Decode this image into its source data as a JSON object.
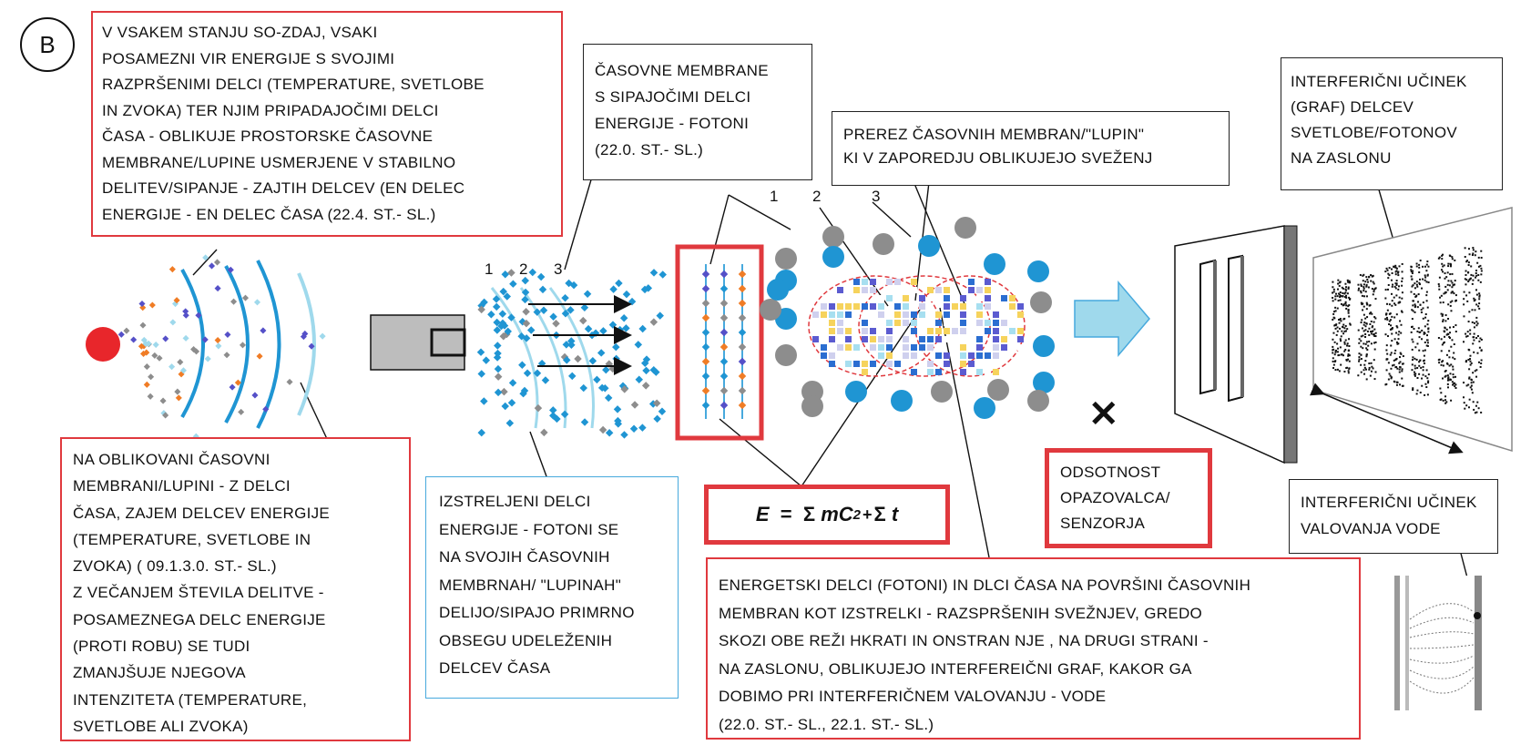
{
  "panel_label": "B",
  "boxes": {
    "top_left": "V VSAKEM STANJU SO-ZDAJ, VSAKI\nPOSAMEZNI VIR ENERGIJE S SVOJIMI\nRAZPRŠENIMI DELCI (TEMPERATURE, SVETLOBE\nIN ZVOKA) TER NJIM PRIPADAJOČIMI DELCI\nČASA - OBLIKUJE PROSTORSKE ČASOVNE\nMEMBRANE/LUPINE USMERJENE V STABILNO\nDELITEV/SIPANJE - ZAJTIH DELCEV (EN DELEC\nENERGIJE - EN DELEC ČASA (22.4. ST.- SL.)",
    "time_membranes": "ČASOVNE MEMBRANE\nS SIPAJOČIMI DELCI\nENERGIJE - FOTONI\n(22.0. ST.- SL.)",
    "cross_section": "PREREZ ČASOVNIH MEMBRAN/\"LUPIN\"\nKI V ZAPOREDJU OBLIKUJEJO SVEŽENJ",
    "interference_light": "INTERFERIČNI UČINEK\n(GRAF) DELCEV\nSVETLOBE/FOTONOV\nNA ZASLONU",
    "bottom_left": "NA OBLIKOVANI ČASOVNI\nMEMBRANI/LUPINI - Z DELCI\nČASA, ZAJEM DELCEV ENERGIJE\n(TEMPERATURE, SVETLOBE IN\nZVOKA) ( 09.1.3.0. ST.- SL.)\nZ VEČANJEM ŠTEVILA DELITVE -\nPOSAMEZNEGA DELC ENERGIJE\n(PROTI ROBU) SE TUDI\nZMANJŠUJE NJEGOVA\nINTENZITETA (TEMPERATURE,\nSVETLOBE ALI ZVOKA)",
    "fired_particles": "IZSTRELJENI DELCI\nENERGIJE - FOTONI SE\nNA SVOJIH ČASOVNIH\nMEMBRNAH/ \"LUPINAH\"\nDELIJO/SIPAJO PRIMRNO\nOBSEGU UDELEŽENIH\nDELCEV ČASA",
    "observer": "ODSOTNOST\nOPAZOVALCA/\nSENZORJA",
    "bottom_center": "ENERGETSKI DELCI (FOTONI) IN DLCI ČASA NA POVRŠINI ČASOVNIH\nMEMBRAN KOT IZSTRELKI - RAZSPRŠENIH SVEŽNJEV, GREDO\nSKOZI OBE REŽI HKRATI IN ONSTRAN NJE , NA DRUGI STRANI -\nNA ZASLONU, OBLIKUJEJO INTERFEREIČNI GRAF, KAKOR GA\nDOBIMO PRI INTERFERIČNEM VALOVANJU - VODE\n(22.0. ST.- SL., 22.1. ST.- SL.)",
    "interference_water": "INTERFERIČNI UČINEK\nVALOVANJA VODE"
  },
  "equation": {
    "lhs": "E",
    "eq": "=",
    "sum1": "Σ",
    "term": "mC",
    "exp": "2",
    "plus": "+",
    "sum2": "Σ",
    "t": "t"
  },
  "labels": {
    "n1": "1",
    "n2": "2",
    "n3": "3",
    "cross": "✕"
  },
  "colors": {
    "red": "#e0393e",
    "blue": "#1f95d3",
    "lightblue": "#9fd9ec",
    "gray": "#8d8d8d",
    "orange": "#f07c25",
    "purple": "#5550c8"
  }
}
